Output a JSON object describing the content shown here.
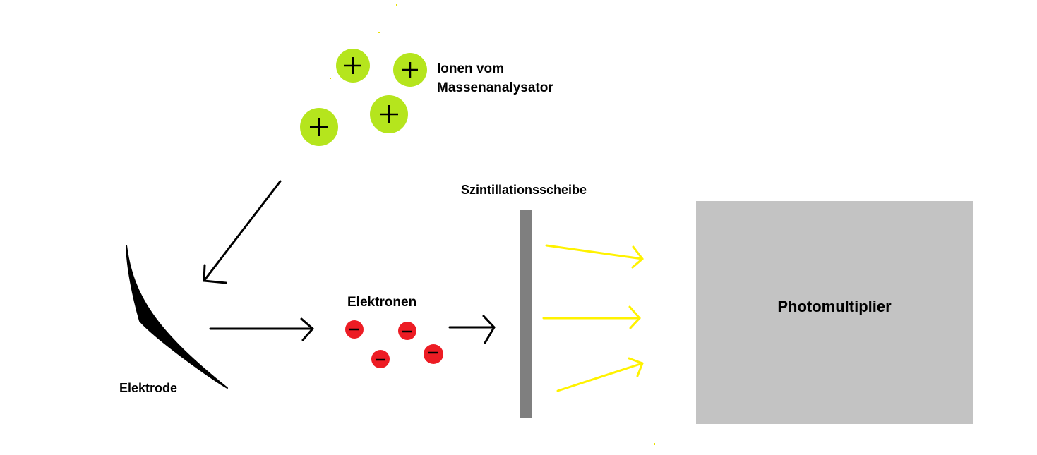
{
  "labels": {
    "ions_line1": "Ionen vom",
    "ions_line2": "Massenanalysator",
    "scintillation_screen": "Szintillationsscheibe",
    "electrons": "Elektronen",
    "electrode": "Elektrode",
    "photomultiplier": "Photomultiplier"
  },
  "ions": {
    "count": 4,
    "symbol": "+",
    "color": "#b5e51d"
  },
  "electrons": {
    "count": 4,
    "symbol": "−",
    "color": "#ed1c24"
  },
  "colors": {
    "electrode": "#000000",
    "screen": "#7f7f7f",
    "light_rays": "#fff200",
    "photomultiplier": "#c3c3c3",
    "arrows": "#000000"
  }
}
